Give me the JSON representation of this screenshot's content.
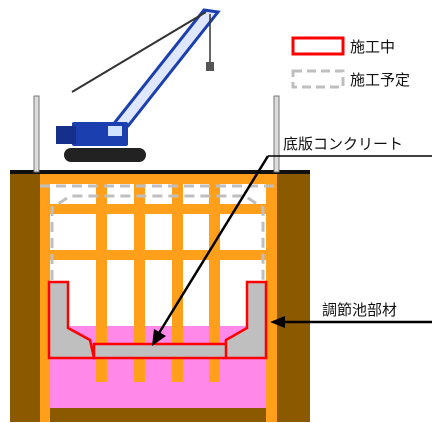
{
  "legend": {
    "in_progress_label": "施工中",
    "planned_label": "施工予定"
  },
  "callouts": {
    "slab_concrete": "底版コンクリート",
    "tank_members": "調節池部材"
  },
  "colors": {
    "in_progress": "#ff0000",
    "planned": "#bfbfbf",
    "steel": "#ff9f1a",
    "soil": "#8b5a00",
    "ground_improvement": "#ff88e8",
    "concrete": "#bfbfbf",
    "crane_body": "#1c3fb0"
  }
}
